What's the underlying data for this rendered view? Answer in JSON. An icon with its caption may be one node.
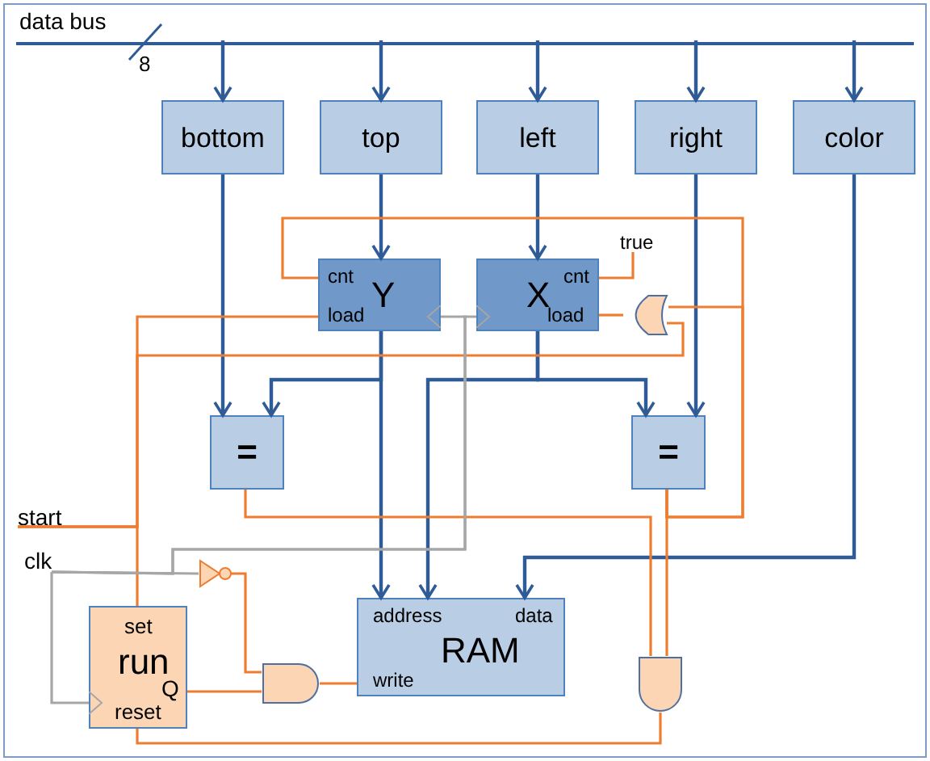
{
  "diagram": {
    "nodes": [
      {
        "text": [
          "data bus"
        ]
      },
      {
        "text": [
          "bottom"
        ]
      },
      {
        "text": [
          "top"
        ]
      },
      {
        "text": [
          "left"
        ]
      },
      {
        "text": [
          "right"
        ]
      },
      {
        "text": [
          "color"
        ]
      },
      {
        "text": [
          "true"
        ]
      },
      {
        "text": [
          "cnt",
          "Y",
          "load"
        ]
      },
      {
        "text": [
          "cnt",
          "X",
          "load"
        ]
      },
      {
        "text": [],
        "shape": "gate"
      },
      {
        "text": [
          "="
        ]
      },
      {
        "text": [
          "="
        ]
      },
      {
        "text": [
          "start"
        ]
      },
      {
        "text": [
          "clk"
        ]
      },
      {
        "text": [],
        "shape": "gate"
      },
      {
        "text": [
          "set",
          "run",
          "Q",
          "reset"
        ]
      },
      {
        "text": [],
        "shape": "gate"
      },
      {
        "text": [
          "address",
          "data",
          "RAM",
          "write"
        ]
      },
      {
        "text": [],
        "shape": "gate"
      }
    ],
    "edges": [
      {
        "from": 0,
        "to": 1,
        "arrow": "to"
      },
      {
        "from": 0,
        "to": 2,
        "arrow": "to"
      },
      {
        "from": 0,
        "to": 3,
        "arrow": "to"
      },
      {
        "from": 0,
        "to": 4,
        "arrow": "to"
      },
      {
        "from": 0,
        "to": 5,
        "arrow": "to"
      },
      {
        "from": 1,
        "to": 10,
        "arrow": "to"
      },
      {
        "from": 2,
        "to": 7,
        "arrow": "to"
      },
      {
        "from": 7,
        "to": 10,
        "arrow": "to"
      },
      {
        "from": 7,
        "to": 17,
        "arrow": "to"
      },
      {
        "from": 3,
        "to": 8,
        "arrow": "to"
      },
      {
        "from": 8,
        "to": 17,
        "arrow": "to"
      },
      {
        "from": 8,
        "to": 11,
        "arrow": "to"
      },
      {
        "from": 4,
        "to": 11,
        "arrow": "to"
      },
      {
        "from": 5,
        "to": 17,
        "arrow": "to"
      },
      {
        "from": 12,
        "to": 7,
        "arrow": "none",
        "color": "#ed7d31"
      },
      {
        "from": 12,
        "to": 9,
        "arrow": "none",
        "color": "#ed7d31"
      },
      {
        "from": 12,
        "to": 15,
        "arrow": "none",
        "color": "#ed7d31"
      },
      {
        "from": 10,
        "to": 18,
        "arrow": "none",
        "color": "#ed7d31"
      },
      {
        "from": 11,
        "to": 18,
        "arrow": "none",
        "color": "#ed7d31"
      },
      {
        "from": 11,
        "to": 7,
        "arrow": "none",
        "color": "#ed7d31"
      },
      {
        "from": 11,
        "to": 9,
        "arrow": "none",
        "color": "#ed7d31"
      },
      {
        "from": 9,
        "to": 8,
        "arrow": "none",
        "color": "#ed7d31"
      },
      {
        "from": 6,
        "to": 8,
        "arrow": "none",
        "color": "#ed7d31"
      },
      {
        "from": 14,
        "to": 16,
        "arrow": "none",
        "color": "#ed7d31"
      },
      {
        "from": 15,
        "to": 16,
        "arrow": "none",
        "color": "#ed7d31"
      },
      {
        "from": 16,
        "to": 17,
        "arrow": "none",
        "color": "#ed7d31"
      },
      {
        "from": 18,
        "to": 15,
        "arrow": "none",
        "color": "#ed7d31"
      },
      {
        "from": 13,
        "to": 7,
        "arrow": "to",
        "color": "#a6a6a6"
      },
      {
        "from": 13,
        "to": 8,
        "arrow": "to",
        "color": "#a6a6a6"
      },
      {
        "from": 13,
        "to": 15,
        "arrow": "to",
        "color": "#a6a6a6"
      },
      {
        "from": 13,
        "to": 14,
        "arrow": "none",
        "color": "#a6a6a6"
      }
    ],
    "labels": [
      "8"
    ]
  }
}
